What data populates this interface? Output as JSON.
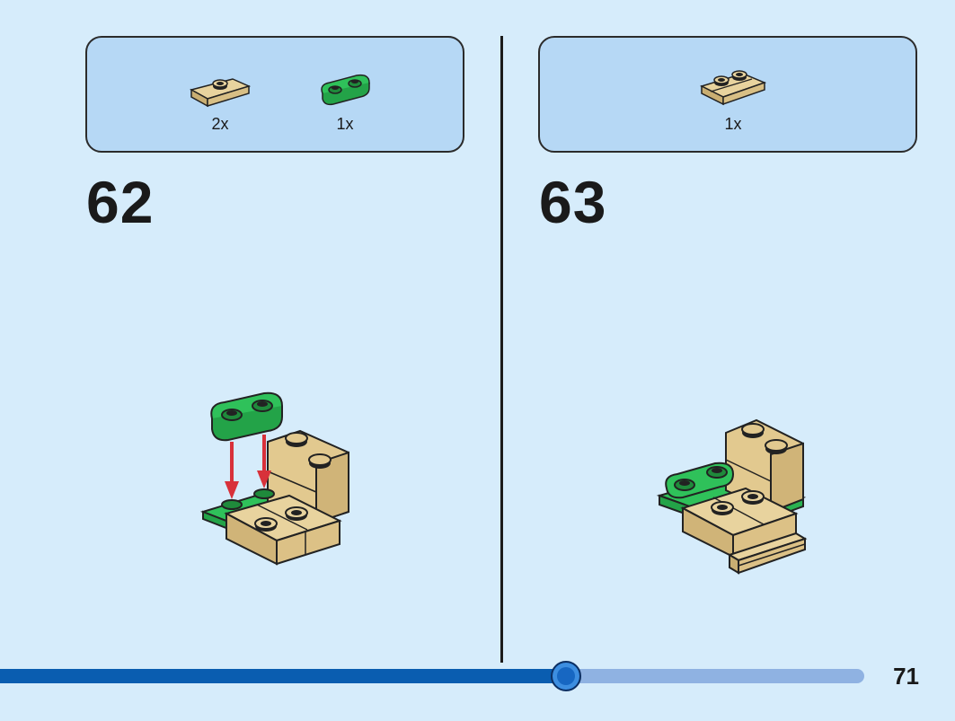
{
  "steps": [
    {
      "number": "62",
      "parts": [
        {
          "name": "tan 1x2 jumper plate",
          "qty": "2x",
          "color": "#e2c98f"
        },
        {
          "name": "green 1x2 rounded plate",
          "qty": "1x",
          "color": "#2fc15a"
        }
      ]
    },
    {
      "number": "63",
      "parts": [
        {
          "name": "tan 1x2 plate with rail",
          "qty": "1x",
          "color": "#e2c98f"
        }
      ]
    }
  ],
  "progress": {
    "fraction": 0.655
  },
  "page_number": "71",
  "colors": {
    "background": "#d6ecfb",
    "parts_box": "#b6d8f5",
    "tan": "#e2c98f",
    "green": "#2fc15a",
    "arrow": "#d8313a",
    "progress_fill": "#0a5db0",
    "progress_track": "#8fb2e2"
  }
}
